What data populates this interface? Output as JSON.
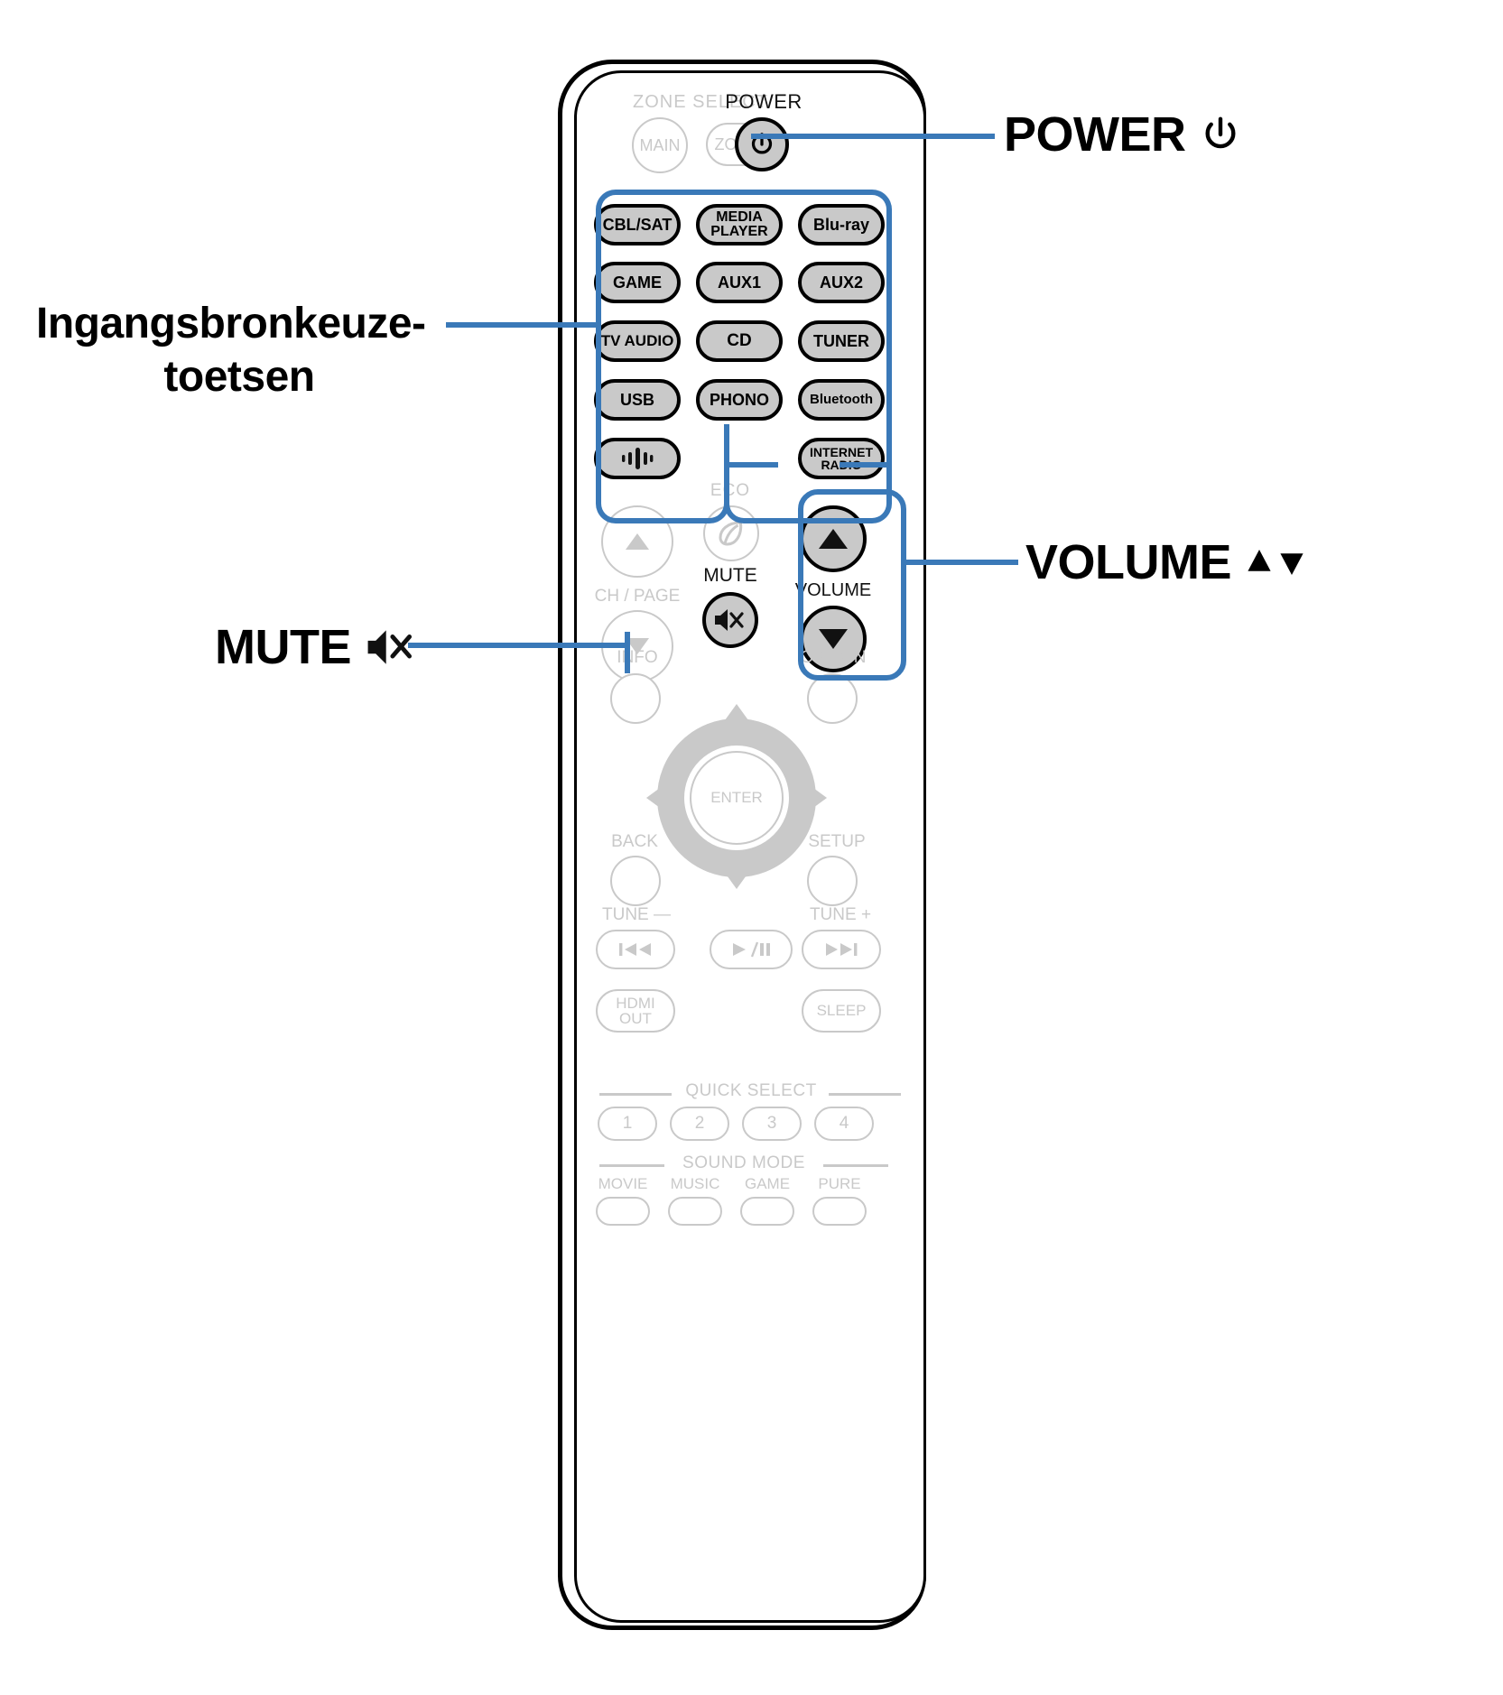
{
  "document": {
    "type": "remote-control-diagram",
    "language": "nl"
  },
  "callouts": [
    {
      "id": "power",
      "text": "POWER",
      "icon": "power-symbol"
    },
    {
      "id": "inputs",
      "line1": "Ingangsbronkeuze-",
      "line2": "toetsen"
    },
    {
      "id": "volume",
      "text": "VOLUME",
      "icon": "up-down-triangles"
    },
    {
      "id": "mute",
      "text": "MUTE",
      "icon": "speaker-mute-icon"
    }
  ],
  "remote": {
    "zone_select": {
      "label": "ZONE SELECT",
      "buttons": [
        {
          "label": "MAIN",
          "shape": "circle"
        },
        {
          "label": "ZONE 2",
          "shape": "pill"
        }
      ]
    },
    "power": {
      "label": "POWER",
      "glyph": "power-symbol",
      "highlighted": true
    },
    "input_sources": {
      "highlighted": true,
      "rows": [
        [
          {
            "label": "CBL/SAT"
          },
          {
            "label": "MEDIA\nPLAYER",
            "line1": "MEDIA",
            "line2": "PLAYER"
          },
          {
            "label": "Blu-ray"
          }
        ],
        [
          {
            "label": "GAME"
          },
          {
            "label": "AUX1"
          },
          {
            "label": "AUX2"
          }
        ],
        [
          {
            "label": "TV AUDIO"
          },
          {
            "label": "CD"
          },
          {
            "label": "TUNER"
          }
        ],
        [
          {
            "label": "USB"
          },
          {
            "label": "PHONO"
          },
          {
            "label": "Bluetooth"
          }
        ],
        [
          {
            "label": "",
            "glyph": "heos-icon"
          },
          {
            "label": "INTERNET\nRADIO",
            "line1": "INTERNET",
            "line2": "RADIO"
          }
        ]
      ]
    },
    "ch_page": {
      "label": "CH / PAGE",
      "up": "▲",
      "down": "▼"
    },
    "eco": {
      "label": "ECO",
      "glyph": "leaf-icon"
    },
    "mute": {
      "label": "MUTE",
      "glyph": "speaker-mute-icon",
      "highlighted": true
    },
    "volume": {
      "label": "VOLUME",
      "up": "▲",
      "down": "▼",
      "highlighted": true
    },
    "info": {
      "label": "INFO"
    },
    "option": {
      "label": "OPTION"
    },
    "enter": {
      "label": "ENTER"
    },
    "back": {
      "label": "BACK"
    },
    "setup": {
      "label": "SETUP"
    },
    "tune_minus": {
      "label": "TUNE —",
      "glyph": "prev-track-icon"
    },
    "play_pause": {
      "glyph": "play-pause-icon",
      "label": "▶/❘❘"
    },
    "tune_plus": {
      "label": "TUNE +",
      "glyph": "next-track-icon"
    },
    "hdmi_out": {
      "line1": "HDMI",
      "line2": "OUT"
    },
    "sleep": {
      "label": "SLEEP"
    },
    "quick_select": {
      "label": "QUICK SELECT",
      "buttons": [
        "1",
        "2",
        "3",
        "4"
      ]
    },
    "sound_mode": {
      "label": "SOUND MODE",
      "buttons": [
        "MOVIE",
        "MUSIC",
        "GAME",
        "PURE"
      ]
    }
  },
  "colors": {
    "highlight_blue": "#3a79b8",
    "dim_gray": "#c9c9c9",
    "button_fill": "#c9c9c9",
    "ink": "#000000"
  }
}
